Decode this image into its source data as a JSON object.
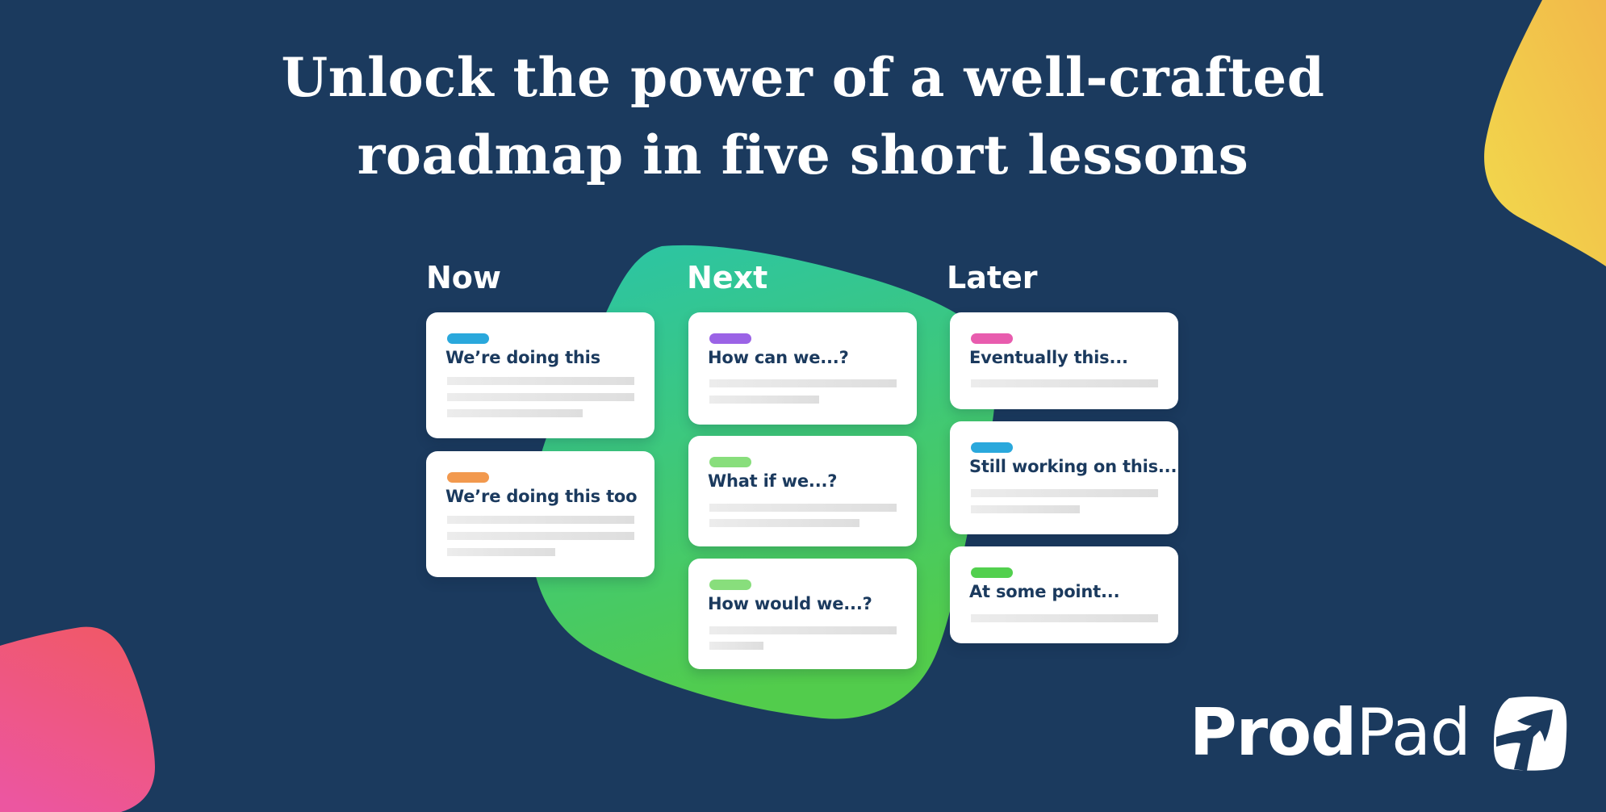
{
  "theme": {
    "background": "#1b3a5e",
    "text_dark": "#1b3a5e",
    "card_bg": "#ffffff",
    "skeleton": "#e2e2e2",
    "blob_green_top": "#2ac4a8",
    "blob_green_bottom": "#50cc4e",
    "blob_yellow": "#f2d54c",
    "blob_yellow_edge": "#f2b94a",
    "blob_pink_top": "#f0586a",
    "blob_pink_bottom": "#ec5598"
  },
  "headline": {
    "line1": "Unlock the power of a well-crafted",
    "line2": "roadmap in five short lessons"
  },
  "roadmap": {
    "columns": [
      {
        "label": "Now",
        "cards": [
          {
            "title": "We’re doing this",
            "tag_color": "#2aa8dc",
            "skeleton_lines": 3
          },
          {
            "title": "We’re doing this too",
            "tag_color": "#f2994e",
            "skeleton_lines": 3
          }
        ]
      },
      {
        "label": "Next",
        "cards": [
          {
            "title": "How can we...?",
            "tag_color": "#9b63e6",
            "skeleton_lines": 2
          },
          {
            "title": "What if we...?",
            "tag_color": "#88de7c",
            "skeleton_lines": 2
          },
          {
            "title": "How would we...?",
            "tag_color": "#88de7c",
            "skeleton_lines": 2
          }
        ]
      },
      {
        "label": "Later",
        "cards": [
          {
            "title": "Eventually this...",
            "tag_color": "#e85cae",
            "skeleton_lines": 1
          },
          {
            "title": "Still working on this...",
            "tag_color": "#2aa8dc",
            "skeleton_lines": 2
          },
          {
            "title": "At some point...",
            "tag_color": "#52d04e",
            "skeleton_lines": 1
          }
        ]
      }
    ]
  },
  "logo": {
    "brand_bold": "Prod",
    "brand_light": "Pad",
    "icon": "prodpad-arrow-icon"
  }
}
